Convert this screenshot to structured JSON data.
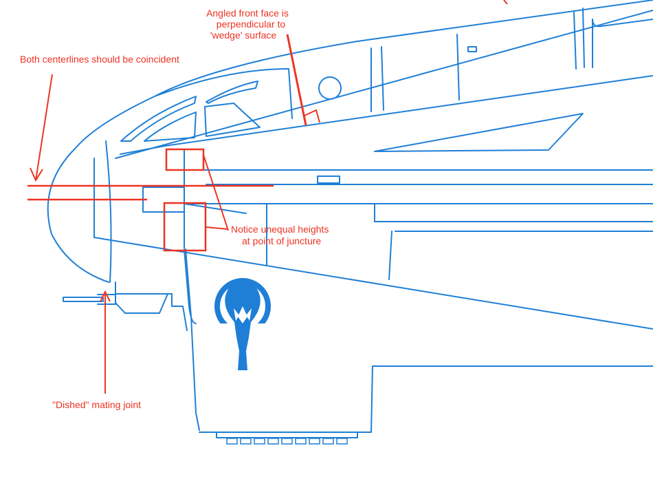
{
  "colors": {
    "blueprint_line": "#1f7fd6",
    "annotation": "#ee3322",
    "background": "#ffffff",
    "emblem": "#1f7fd6"
  },
  "annotations": {
    "angled_face": [
      "Angled front face is",
      "perpendicular to",
      "'wedge' surface"
    ],
    "centerlines": "Both centerlines should be coincident",
    "unequal_heights": [
      "Notice unequal heights",
      "at point of juncture"
    ],
    "dished_joint": "\"Dished\" mating joint"
  },
  "emblem_icon": "imperial-crest-icon"
}
